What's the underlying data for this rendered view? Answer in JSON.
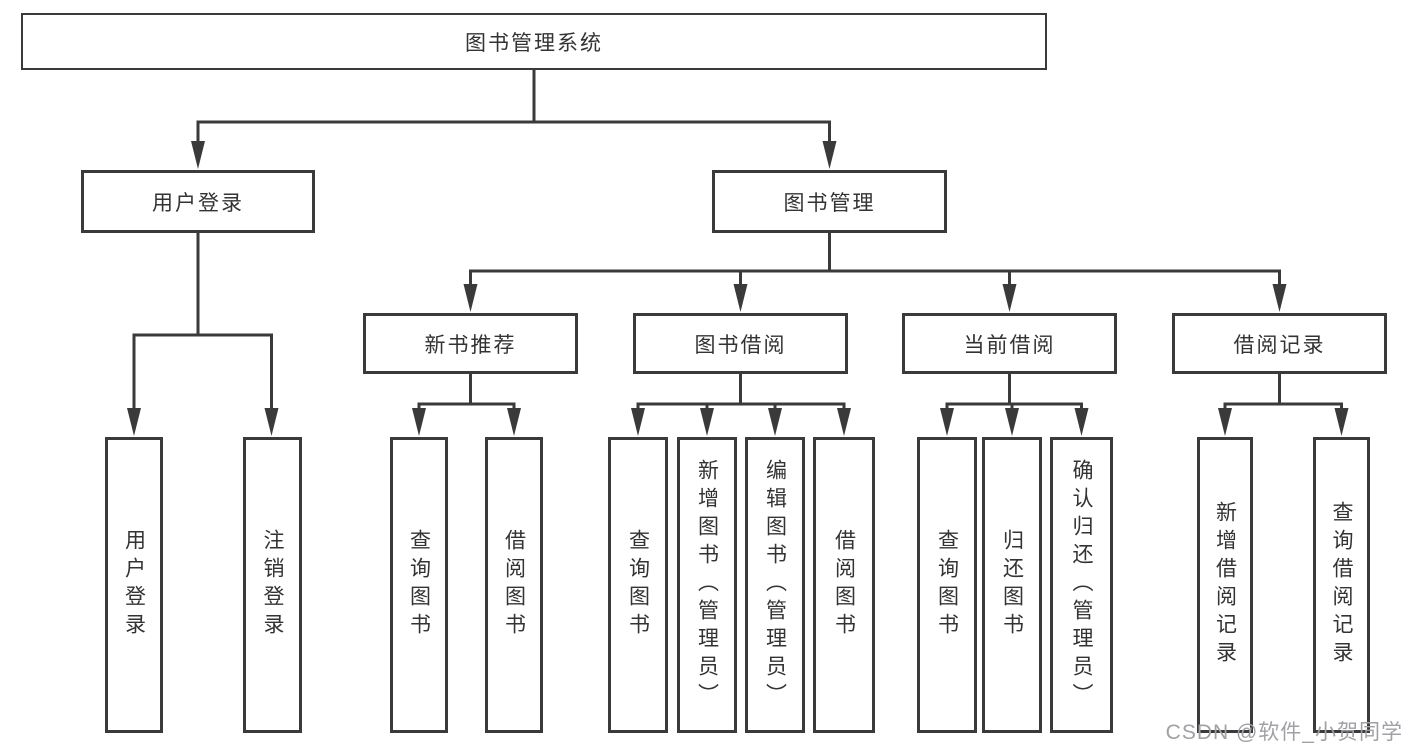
{
  "tree": {
    "root": {
      "label": "图书管理系统"
    },
    "branches": [
      {
        "label": "用户登录",
        "children": [
          {
            "label": "用户登录"
          },
          {
            "label": "注销登录"
          }
        ]
      },
      {
        "label": "图书管理",
        "children": [
          {
            "label": "新书推荐",
            "children": [
              {
                "label": "查询图书"
              },
              {
                "label": "借阅图书"
              }
            ]
          },
          {
            "label": "图书借阅",
            "children": [
              {
                "label": "查询图书"
              },
              {
                "label": "新增图书（管理员）"
              },
              {
                "label": "编辑图书（管理员）"
              },
              {
                "label": "借阅图书"
              }
            ]
          },
          {
            "label": "当前借阅",
            "children": [
              {
                "label": "查询图书"
              },
              {
                "label": "归还图书"
              },
              {
                "label": "确认归还（管理员）"
              }
            ]
          },
          {
            "label": "借阅记录",
            "children": [
              {
                "label": "新增借阅记录"
              },
              {
                "label": "查询借阅记录"
              }
            ]
          }
        ]
      }
    ]
  },
  "watermark": "CSDN @软件_小贺同学",
  "colors": {
    "line": "#3a3a3a",
    "text": "#333333",
    "watermark": "#a0a0a6",
    "bg": "#ffffff"
  }
}
